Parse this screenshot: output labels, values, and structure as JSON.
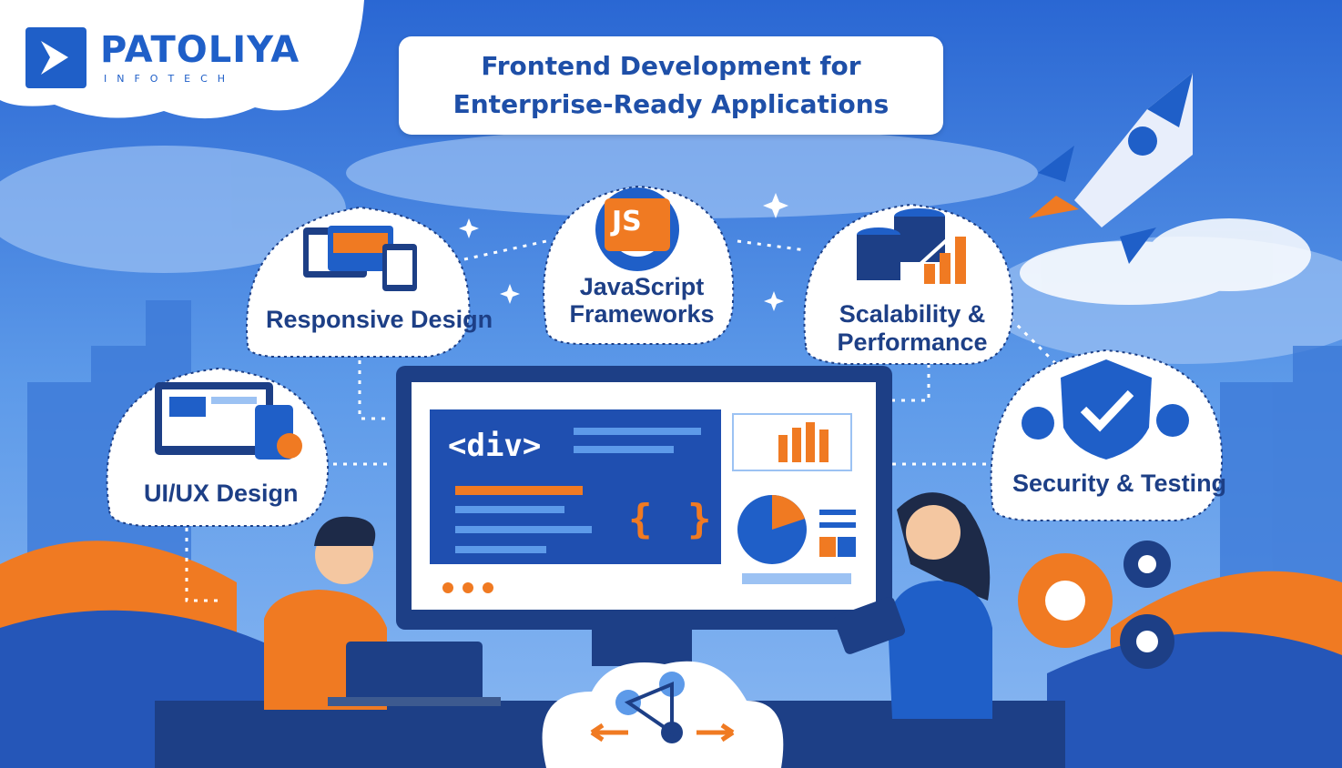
{
  "brand": {
    "name": "PATOLIYA",
    "tagline": "INFOTECH"
  },
  "title": {
    "line1": "Frontend Development for",
    "line2": "Enterprise-Ready Applications"
  },
  "features": [
    {
      "label_lines": [
        "Responsive Design"
      ],
      "icon": "responsive-devices-icon"
    },
    {
      "label_lines": [
        "JavaScript",
        "Frameworks"
      ],
      "icon": "js-gear-icon",
      "badge": "JS"
    },
    {
      "label_lines": [
        "Scalability &",
        "Performance"
      ],
      "icon": "database-growth-icon"
    },
    {
      "label_lines": [
        "UI/UX Design"
      ],
      "icon": "ui-ux-design-icon"
    },
    {
      "label_lines": [
        "Security & Testing"
      ],
      "icon": "shield-check-icon"
    }
  ],
  "monitor": {
    "code_tag": "<div>",
    "braces": "{ }"
  },
  "colors": {
    "primary_blue": "#1f5fc8",
    "dark_blue": "#1d3f86",
    "accent_orange": "#f07a22",
    "sky": "#4f8fe6"
  }
}
